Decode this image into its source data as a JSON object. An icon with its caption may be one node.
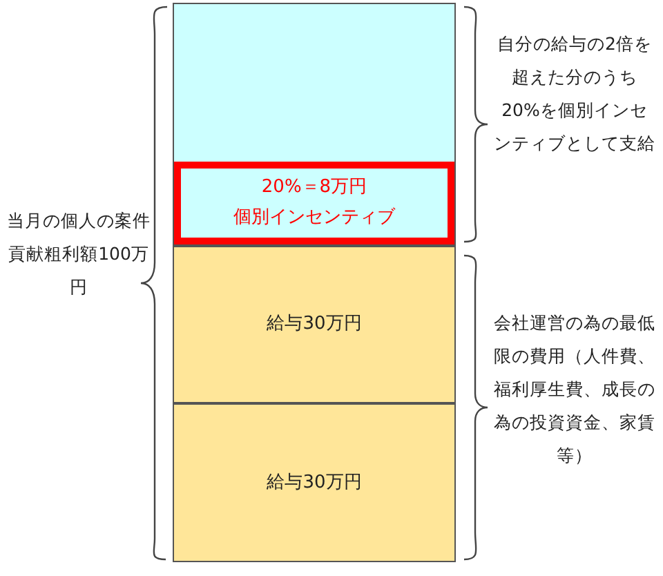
{
  "diagram": {
    "nodes": [
      {
        "text": [],
        "shape": "box"
      },
      {
        "text": [
          "20%＝8万円",
          "個別インセンティブ"
        ],
        "in": 0
      },
      {
        "text": [
          "給与30万円"
        ]
      },
      {
        "text": [
          "給与30万円"
        ]
      }
    ],
    "labels": [
      "当月の個人の案件貢献粗利額100万円",
      "自分の給与の2倍を超えた分のうち20%を個別インセンティブとして支給",
      "会社運営の為の最低限の費用（人件費、福利厚生費、成長の為の投資資金、家賃等）"
    ]
  }
}
